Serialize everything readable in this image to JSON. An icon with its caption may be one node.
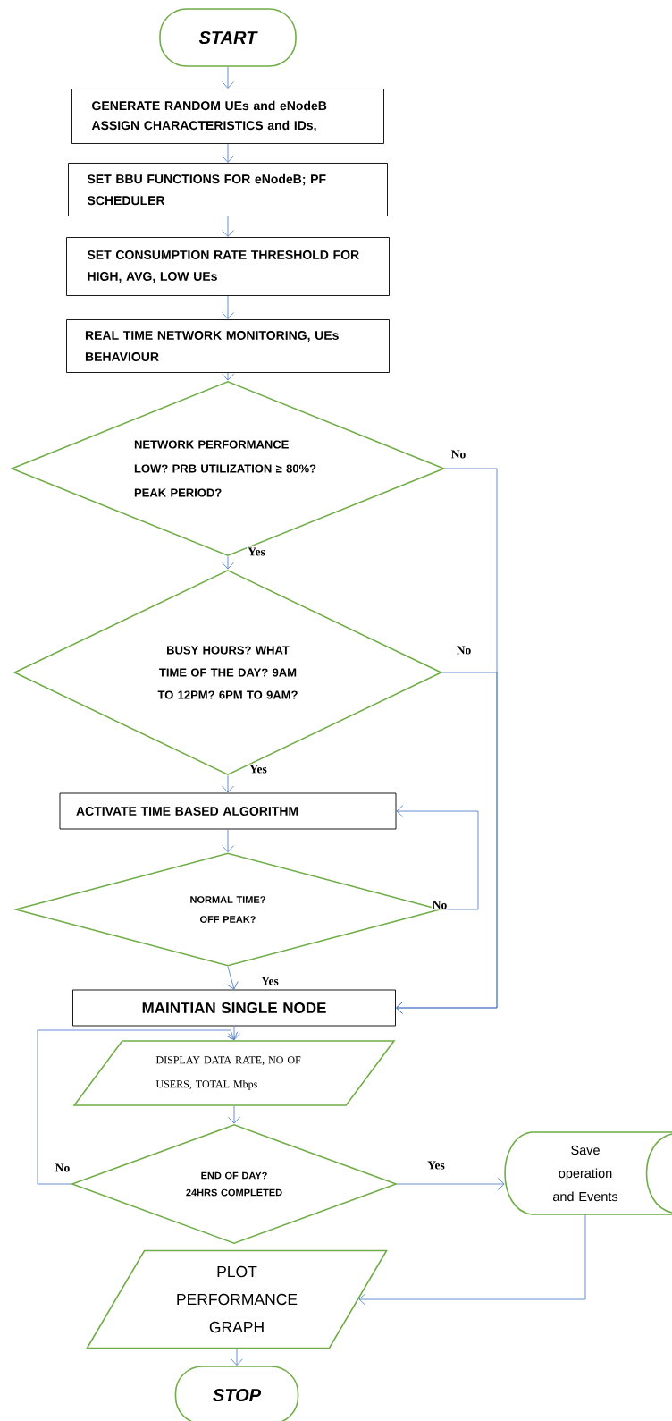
{
  "diagram": {
    "nodes": [
      {
        "text": [
          "START"
        ]
      },
      {
        "text": [
          "GENERATE RANDOM UEs and eNodeB ASSIGN CHARACTERISTICS and IDs,"
        ]
      },
      {
        "text": [
          "SET BBU FUNCTIONS FOR eNodeB; PF SCHEDULER"
        ]
      },
      {
        "text": [
          "SET CONSUMPTION RATE THRESHOLD FOR HIGH, AVG, LOW UEs"
        ]
      },
      {
        "text": [
          "REAL TIME NETWORK MONITORING, UEs BEHAVIOUR"
        ]
      },
      {
        "text": [
          "NETWORK PERFORMANCE LOW? PRB UTILIZATION ≥ 80%? PEAK PERIOD?"
        ]
      },
      {
        "text": [
          "BUSY HOURS? WHAT TIME OF THE DAY? 9AM TO 12PM? 6PM TO 9AM?"
        ]
      },
      {
        "text": [
          "ACTIVATE TIME BASED ALGORITHM"
        ]
      },
      {
        "text": [
          "NORMAL TIME? OFF PEAK?"
        ]
      },
      {
        "text": [
          "MAINTIAN SINGLE NODE"
        ]
      },
      {
        "text": [
          "DISPLAY DATA RATE, NO OF USERS, TOTAL Mbps"
        ]
      },
      {
        "text": [
          "END OF DAY? 24HRS COMPLETED"
        ]
      },
      {
        "text": [
          "Save operation and Events"
        ]
      },
      {
        "text": [
          "PLOT PERFORMANCE GRAPH"
        ]
      },
      {
        "text": [
          "STOP"
        ]
      }
    ],
    "edges": [
      {
        "from": 0,
        "to": 1,
        "arrow": "to"
      },
      {
        "from": 1,
        "to": 2,
        "arrow": "to"
      },
      {
        "from": 2,
        "to": 3,
        "arrow": "to"
      },
      {
        "from": 3,
        "to": 4,
        "arrow": "to"
      },
      {
        "from": 4,
        "to": 5,
        "arrow": "to"
      },
      {
        "from": 5,
        "to": 6,
        "arrow": "to",
        "label": "Yes"
      },
      {
        "from": 5,
        "to": 9,
        "arrow": "to",
        "label": "No"
      },
      {
        "from": 6,
        "to": 9,
        "arrow": "to",
        "label": "No"
      },
      {
        "from": 6,
        "to": 7,
        "arrow": "to",
        "label": "Yes"
      },
      {
        "from": 7,
        "to": 8,
        "arrow": "to"
      },
      {
        "from": 8,
        "to": 7,
        "arrow": "to",
        "label": "No"
      },
      {
        "from": 8,
        "to": 9,
        "arrow": "to",
        "label": "Yes"
      },
      {
        "from": 9,
        "to": 10,
        "arrow": "to"
      },
      {
        "from": 10,
        "to": 11,
        "arrow": "to"
      },
      {
        "from": 11,
        "to": 10,
        "arrow": "to",
        "label": "No"
      },
      {
        "from": 11,
        "to": 12,
        "arrow": "to",
        "label": "Yes"
      },
      {
        "from": 12,
        "to": 13,
        "arrow": "to"
      },
      {
        "from": 13,
        "to": 14,
        "arrow": "to"
      }
    ]
  }
}
